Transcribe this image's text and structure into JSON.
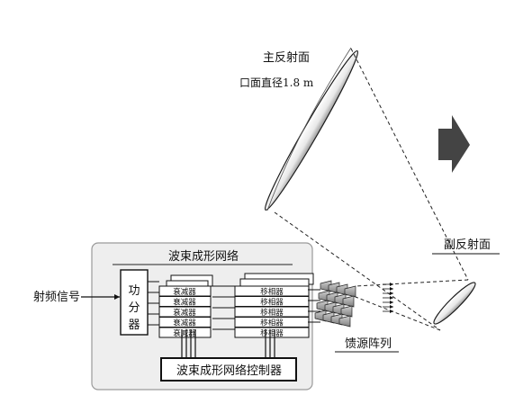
{
  "main_reflector": {
    "label": "主反射面",
    "diameter_label": "口面直径1.8 m"
  },
  "sub_reflector": {
    "label": "副反射面"
  },
  "beamforming_network": {
    "title": "波束成形网络",
    "power_divider": "功分器",
    "attenuator_label": "衰减器",
    "phase_shifter_label": "移相器",
    "controller": "波束成形网络控制器"
  },
  "input": {
    "label": "射频信号"
  },
  "feed_array": {
    "label": "馈源阵列"
  },
  "colors": {
    "box_fill": "#eeeeee",
    "box_stroke": "#9a9a9a",
    "line": "#1a1a1a",
    "arrow": "#444444"
  }
}
